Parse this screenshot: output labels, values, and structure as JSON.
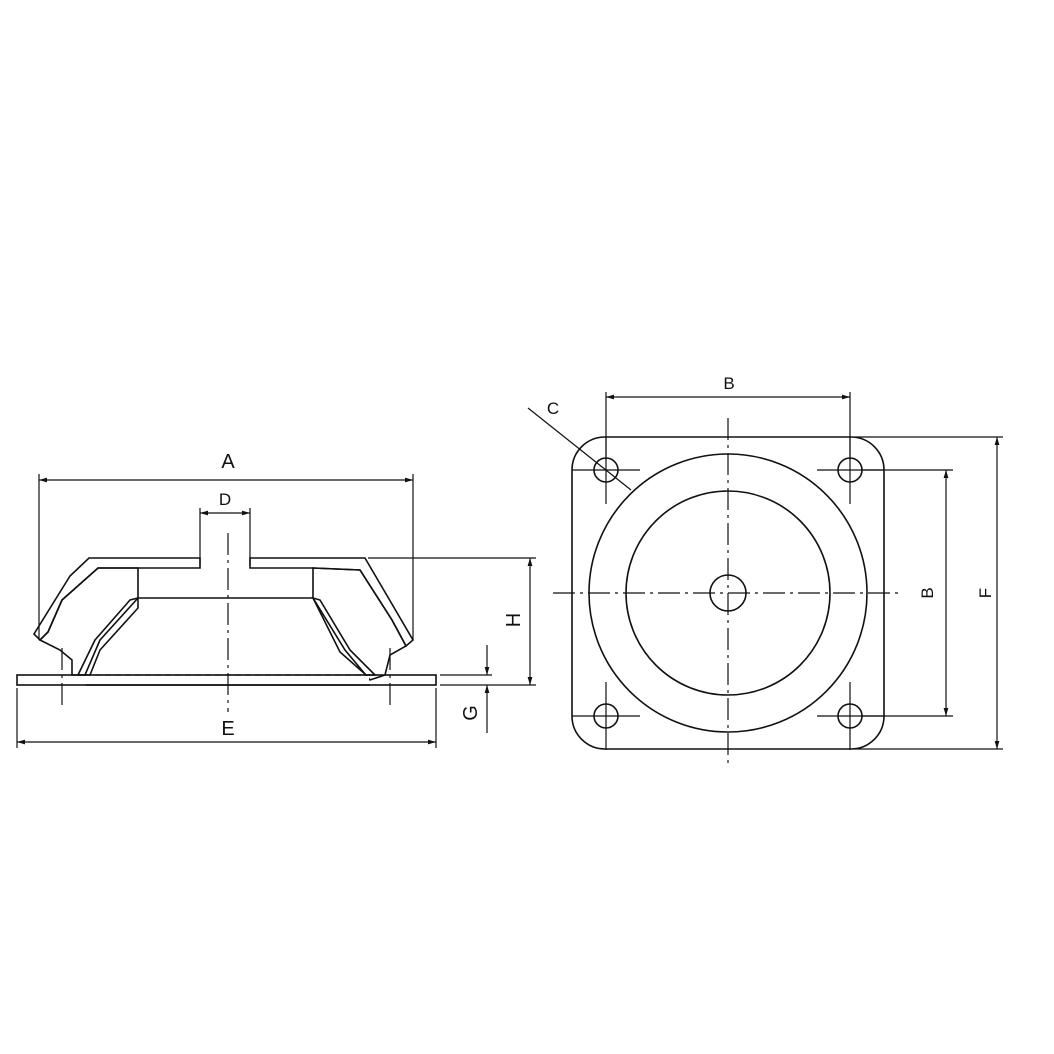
{
  "title": "Rubber anti-vibration mount dimension drawing",
  "side_view": {
    "labels": {
      "A": "A",
      "D": "D",
      "E": "E",
      "H": "H",
      "G": "G"
    }
  },
  "top_view": {
    "labels": {
      "B_top": "B",
      "B_side": "B",
      "C": "C",
      "F": "F"
    }
  },
  "colors": {
    "line": "#111111",
    "background": "#ffffff"
  }
}
